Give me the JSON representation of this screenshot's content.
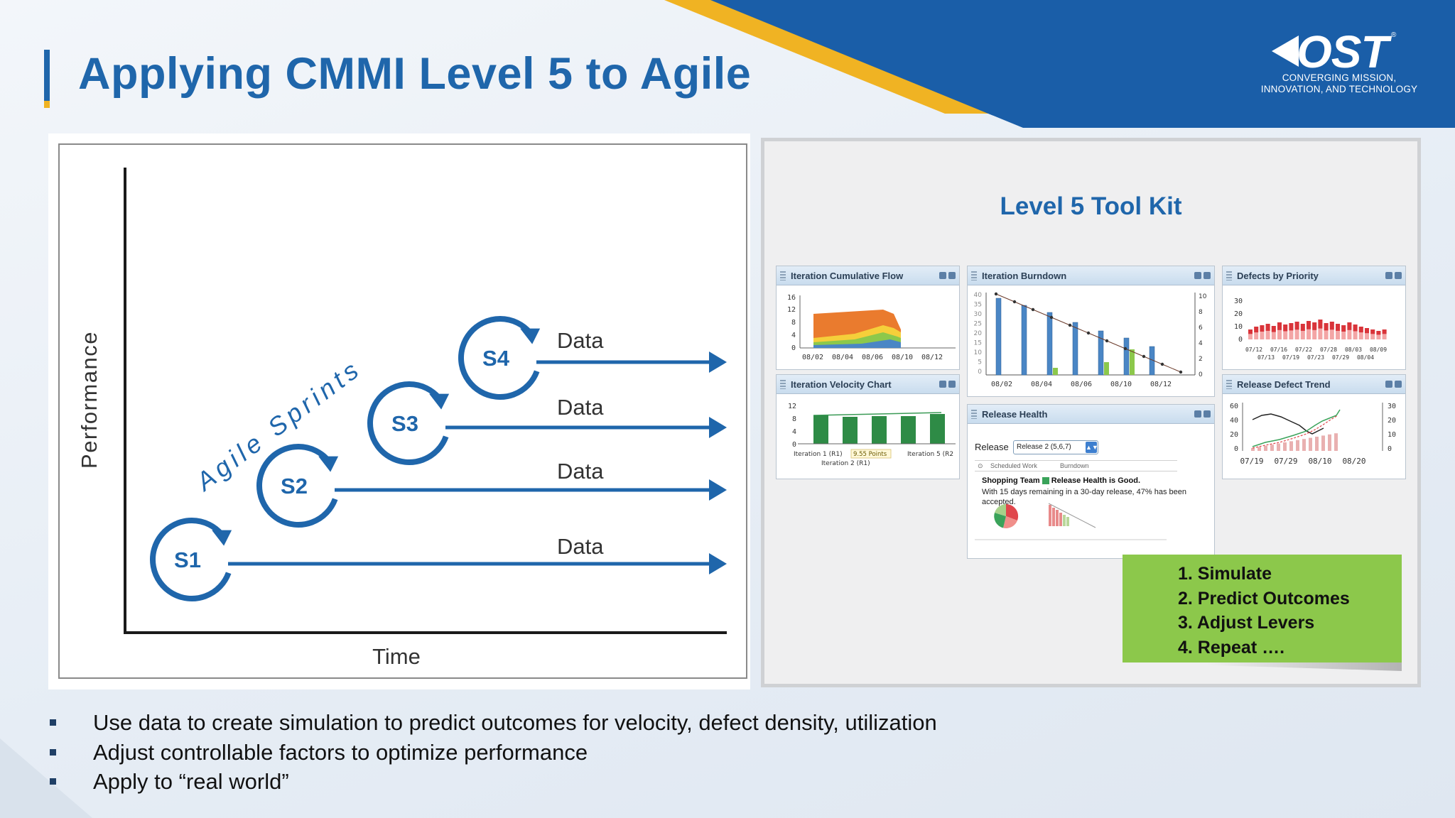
{
  "slide": {
    "title": "Applying CMMI Level 5 to Agile"
  },
  "logo": {
    "wordmark": "OST",
    "registered": "®",
    "tagline_line1": "CONVERGING MISSION,",
    "tagline_line2": "INNOVATION, AND TECHNOLOGY"
  },
  "diagram": {
    "y_axis_label": "Performance",
    "x_axis_label": "Time",
    "diagonal_label": "Agile Sprints",
    "sprints": [
      {
        "label": "S1",
        "output_label": "Data"
      },
      {
        "label": "S2",
        "output_label": "Data"
      },
      {
        "label": "S3",
        "output_label": "Data"
      },
      {
        "label": "S4",
        "output_label": "Data"
      }
    ],
    "colors": {
      "sprint_blue": "#1f66ab",
      "axis": "#1a1a1a"
    }
  },
  "toolkit": {
    "title": "Level 5 Tool Kit",
    "widgets": {
      "cumulative_flow": {
        "title": "Iteration Cumulative Flow",
        "y_ticks": [
          "16",
          "12",
          "8",
          "4",
          "0"
        ],
        "x_ticks": [
          "08/02",
          "08/04",
          "08/06",
          "08/10",
          "08/12"
        ]
      },
      "burndown": {
        "title": "Iteration Burndown",
        "y_left_ticks": [
          "40",
          "35",
          "30",
          "25",
          "20",
          "15",
          "10",
          "5",
          "0"
        ],
        "y_right_ticks": [
          "10",
          "8",
          "6",
          "4",
          "2",
          "0"
        ],
        "x_ticks": [
          "08/02",
          "08/04",
          "08/06",
          "08/10",
          "08/12"
        ]
      },
      "defects_priority": {
        "title": "Defects by Priority",
        "y_ticks": [
          "30",
          "20",
          "10",
          "0"
        ],
        "x_ticks_top": [
          "07/12",
          "07/16",
          "07/22",
          "07/28",
          "08/03",
          "08/09"
        ],
        "x_ticks_bottom": [
          "07/13",
          "07/19",
          "07/23",
          "07/29",
          "08/04"
        ]
      },
      "velocity": {
        "title": "Iteration Velocity Chart",
        "y_ticks": [
          "12",
          "8",
          "4",
          "0"
        ],
        "x_label_1": "Iteration 1 (R1)",
        "x_label_2": "Iteration 2 (R1)",
        "x_label_5": "Iteration 5 (R2",
        "tooltip": "9.55 Points"
      },
      "release_health": {
        "title": "Release Health",
        "release_label": "Release",
        "release_value": "Release 2 (5,6,7)",
        "tab_scheduled": "Scheduled Work",
        "tab_burndown": "Burndown",
        "team_prefix": "Shopping Team",
        "team_status": "Release Health is Good.",
        "description": "With 15 days remaining in a 30-day release, 47% has been accepted."
      },
      "release_defect": {
        "title": "Release Defect Trend",
        "y_left_ticks": [
          "60",
          "40",
          "20",
          "0"
        ],
        "y_right_ticks": [
          "30",
          "20",
          "10",
          "0"
        ],
        "x_ticks": [
          "07/19",
          "07/29",
          "08/10",
          "08/20"
        ]
      }
    }
  },
  "steps": [
    "1. Simulate",
    "2. Predict Outcomes",
    "3. Adjust Levers",
    "4. Repeat …."
  ],
  "bullets": [
    "Use data to create simulation to predict outcomes for velocity, defect density, utilization",
    "Adjust controllable factors to optimize performance",
    "Apply to “real world”"
  ],
  "colors": {
    "brand_blue": "#1f66ab",
    "accent_gold": "#f0b323",
    "steps_green": "#8cc84b"
  }
}
